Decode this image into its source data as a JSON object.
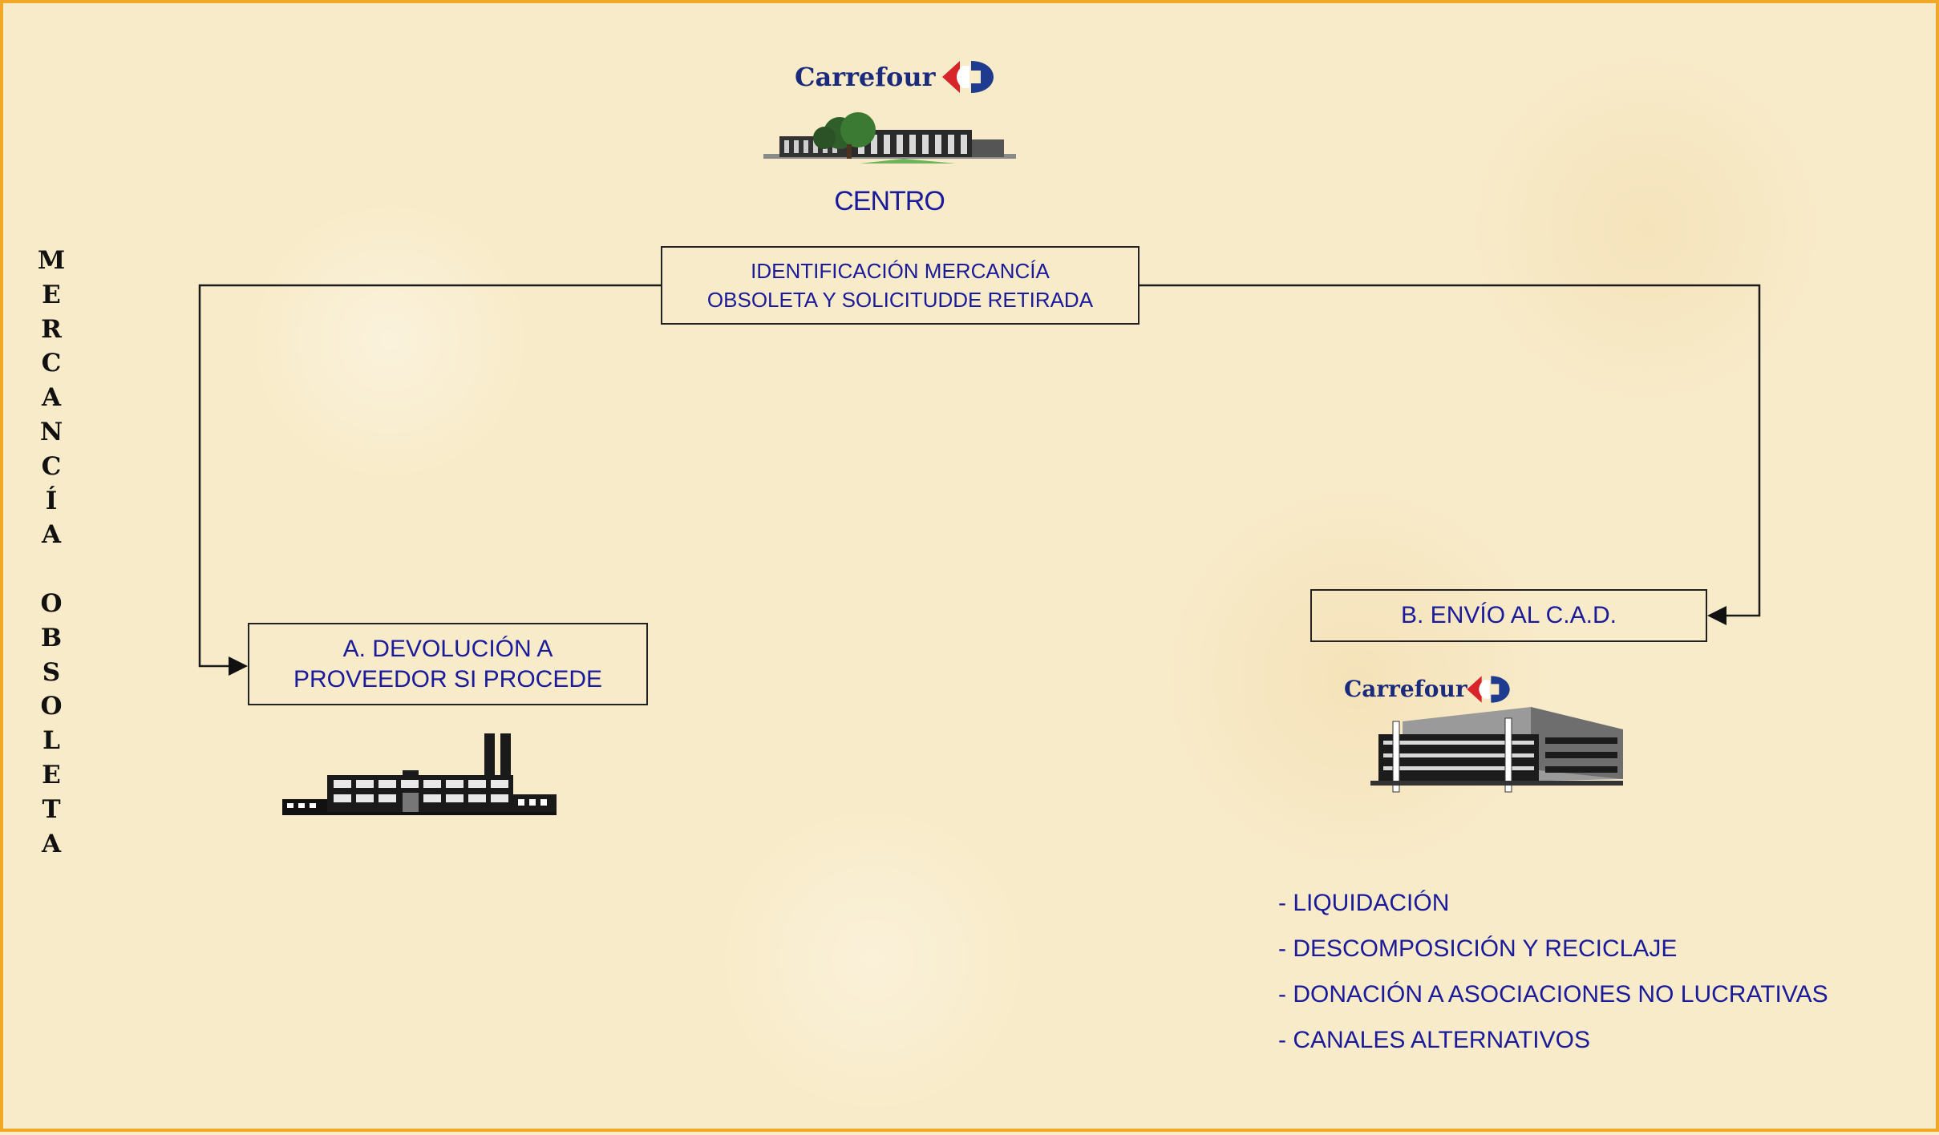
{
  "side_title": "MERCANCÍA OBSOLETA",
  "logos": {
    "centro_logo": "Carrefour",
    "cad_logo": "Carrefour"
  },
  "labels": {
    "centro": "CENTRO"
  },
  "boxes": {
    "identification_line1": "IDENTIFICACIÓN MERCANCÍA",
    "identification_line2": "OBSOLETA Y SOLICITUDDE RETIRADA",
    "option_a_line1": "A. DEVOLUCIÓN A",
    "option_a_line2": "PROVEEDOR SI PROCEDE",
    "option_b": "B. ENVÍO AL C.A.D."
  },
  "cad_options": [
    "- LIQUIDACIÓN",
    "- DESCOMPOSICIÓN Y RECICLAJE",
    "- DONACIÓN A ASOCIACIONES NO LUCRATIVAS",
    "- CANALES ALTERNATIVOS"
  ],
  "icons": [
    "carrefour-logo-icon",
    "store-building-icon",
    "factory-icon",
    "warehouse-building-icon",
    "arrow-right-icon",
    "arrow-left-icon"
  ],
  "colors": {
    "text_blue": "#1a1a9c",
    "background": "#f8ebc9",
    "frame": "#f0a829",
    "carrefour_red": "#d8252b",
    "carrefour_blue": "#1f3b8f"
  }
}
